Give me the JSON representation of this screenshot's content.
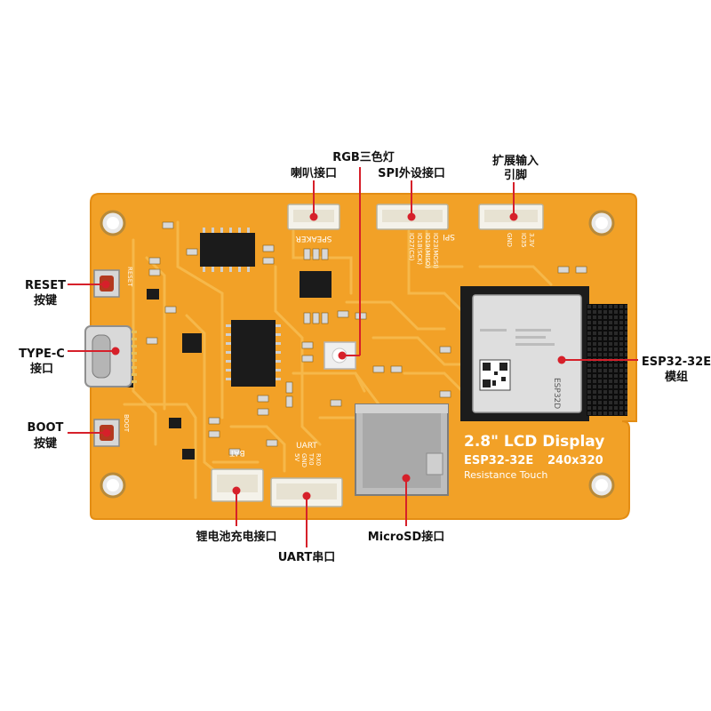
{
  "colors": {
    "pcb": "#f2a127",
    "pcb_edge": "#e38d14",
    "trace": "#f6b84a",
    "silkscreen": "#ffffff",
    "leader": "#d6202a",
    "chip": "#1b1b1b",
    "module_shield": "#dedede",
    "connector": "#f4f2ea",
    "header": "#0c0c0c",
    "sd_slot": "#bdbdbd"
  },
  "callouts": {
    "rgb_led": "RGB三色灯",
    "speaker": "喇叭接口",
    "spi": "SPI外设接口",
    "expansion_line1": "扩展输入",
    "expansion_line2": "引脚",
    "reset_line1": "RESET",
    "reset_line2": "按键",
    "typec_line1": "TYPE-C",
    "typec_line2": "接口",
    "boot_line1": "BOOT",
    "boot_line2": "按键",
    "esp32_line1": "ESP32-32E",
    "esp32_line2": "模组",
    "battery": "锂电池充电接口",
    "uart": "UART串口",
    "microsd": "MicroSD接口"
  },
  "board_text": {
    "title": "2.8\" LCD Display",
    "model": "ESP32-32E",
    "resolution": "240x320",
    "touch": "Resistance Touch",
    "speaker_label": "SPEAKER",
    "spi_label": "SPI",
    "spi_pins": [
      "IO23(MOSI)",
      "IO19(MISO)",
      "IO18(SCK)",
      "IO27(CS)"
    ],
    "ext_pins": [
      "GND",
      "3.3V",
      "IO35"
    ],
    "reset_label": "RESET",
    "boot_label": "BOOT",
    "bat_label": "BAT",
    "uart_label": "UART",
    "uart_pins": [
      "RX0",
      "TX0",
      "GND",
      "5V"
    ],
    "module_label": "ESP32D"
  }
}
